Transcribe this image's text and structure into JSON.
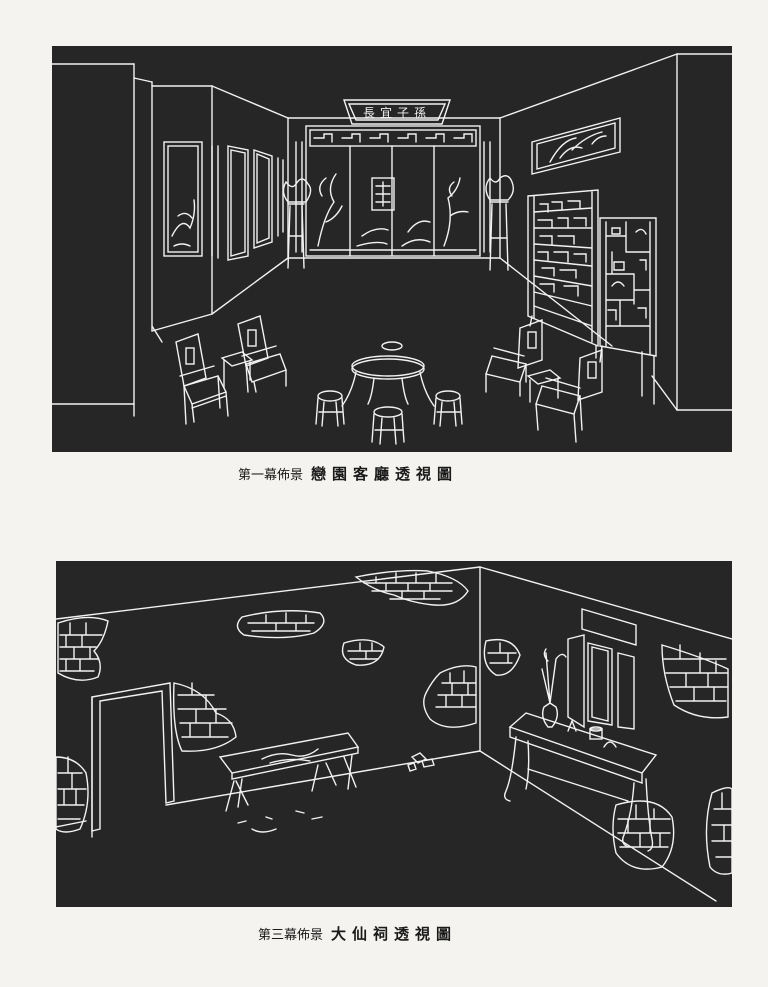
{
  "plates": [
    {
      "caption": {
        "prefix": "第一幕佈景",
        "title": "戀園客廳透視圖"
      },
      "plaque": "長宜子孫"
    },
    {
      "caption": {
        "prefix": "第三幕佈景",
        "title": "大仙祠透視圖"
      }
    }
  ]
}
